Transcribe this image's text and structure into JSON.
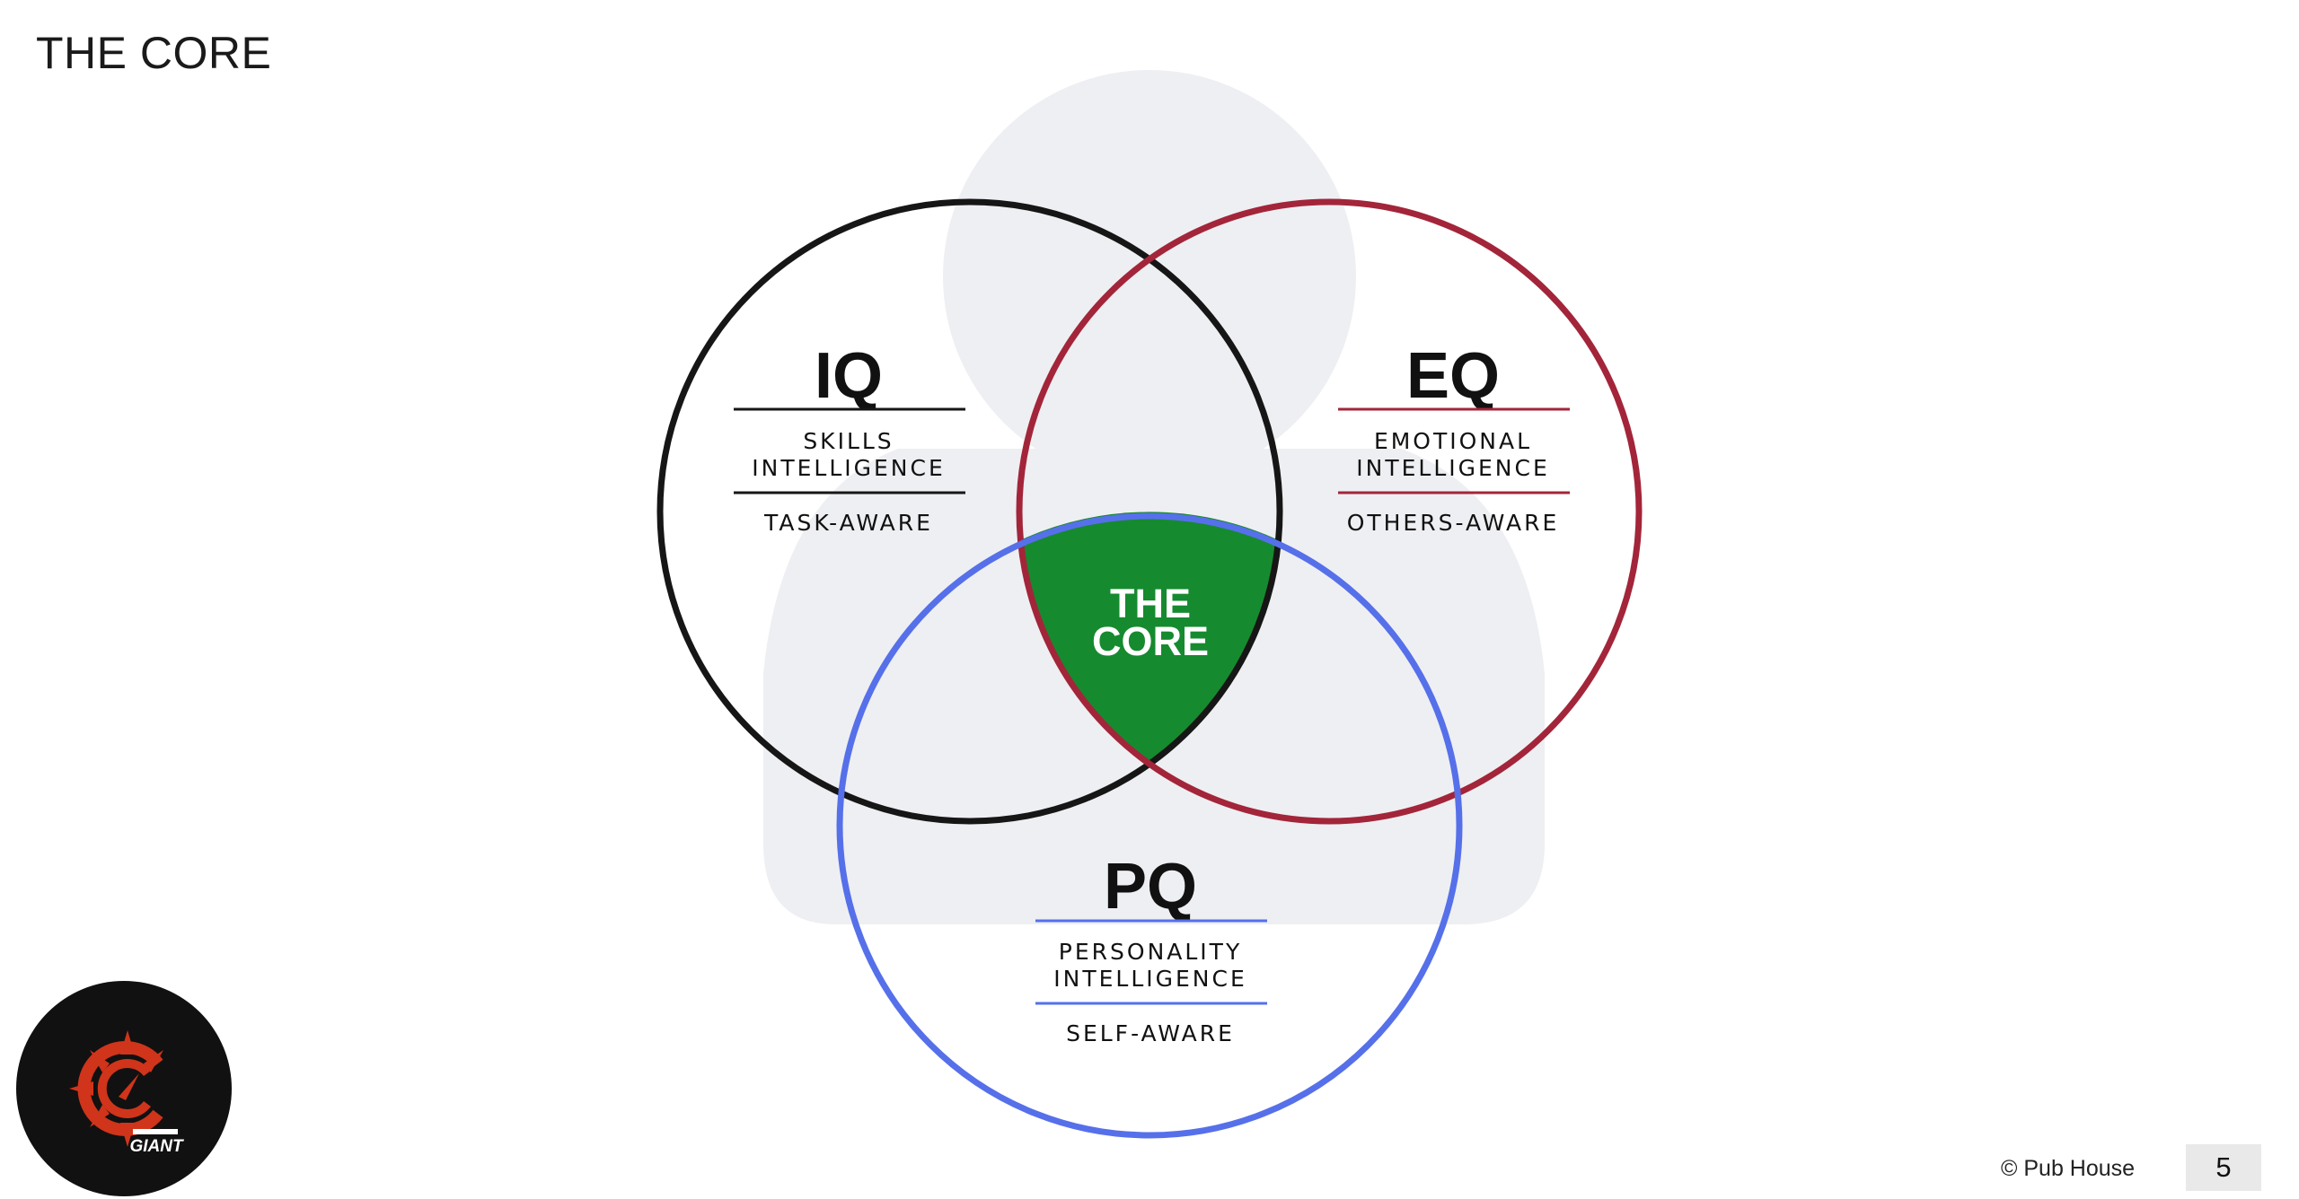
{
  "title": "THE CORE",
  "colors": {
    "iq": "#161616",
    "eq": "#a3253a",
    "pq": "#5670ea",
    "core": "#168a2f",
    "silhouette": "#eeeff2",
    "logo_bg": "#111111",
    "logo_accent": "#d0341a"
  },
  "circles": {
    "iq": {
      "label": "IQ",
      "line1": "SKILLS",
      "line2": "INTELLIGENCE",
      "aware": "TASK-AWARE"
    },
    "eq": {
      "label": "EQ",
      "line1": "EMOTIONAL",
      "line2": "INTELLIGENCE",
      "aware": "OTHERS-AWARE"
    },
    "pq": {
      "label": "PQ",
      "line1": "PERSONALITY",
      "line2": "INTELLIGENCE",
      "aware": "SELF-AWARE"
    }
  },
  "core": {
    "line1": "THE",
    "line2": "CORE"
  },
  "logo": {
    "text": "GIANT",
    "icon": "compass-c-icon"
  },
  "footer": {
    "copyright": "© Pub House",
    "page": "5"
  }
}
